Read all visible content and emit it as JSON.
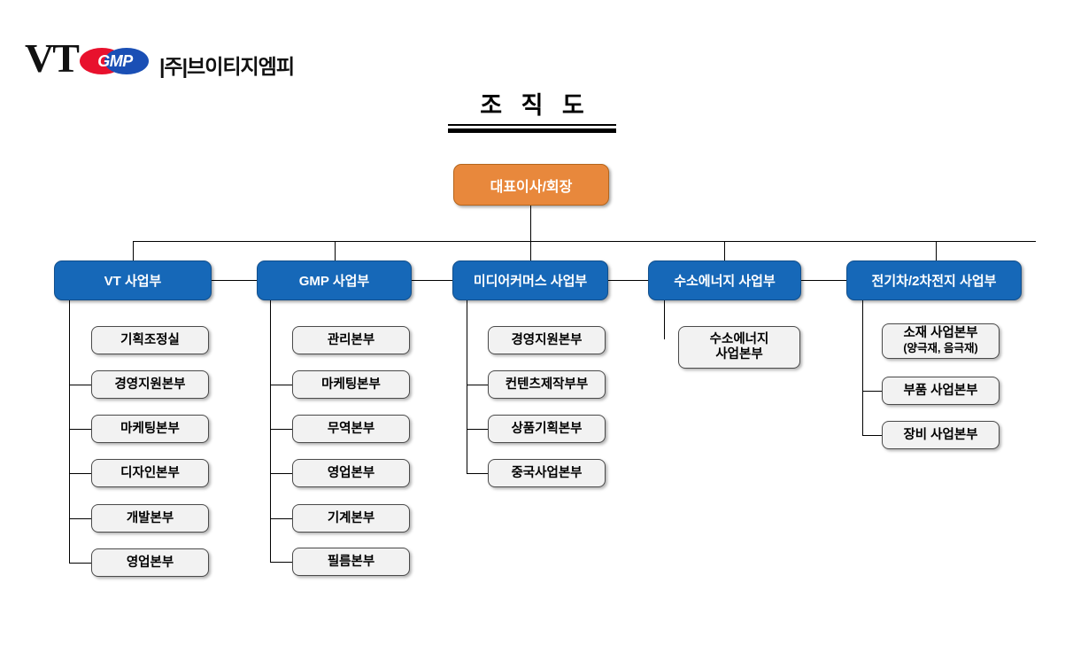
{
  "logo": {
    "wordmark": "VT",
    "badge_text": "GMP",
    "company_name": "|주|브이티지엠피",
    "badge_red": "#e8112d",
    "badge_blue": "#1a4fb5"
  },
  "title": "조 직 도",
  "colors": {
    "ceo_box": "#e8883c",
    "division_box": "#1668b8",
    "sub_box": "#f2f2f2",
    "line": "#000000"
  },
  "chart_data": {
    "type": "diagram",
    "title": "조 직 도",
    "root": {
      "label": "대표이사/회장"
    },
    "divisions": [
      {
        "label": "VT 사업부",
        "children": [
          {
            "label": "기획조정실"
          },
          {
            "label": "경영지원본부"
          },
          {
            "label": "마케팅본부"
          },
          {
            "label": "디자인본부"
          },
          {
            "label": "개발본부"
          },
          {
            "label": "영업본부"
          }
        ]
      },
      {
        "label": "GMP 사업부",
        "children": [
          {
            "label": "관리본부"
          },
          {
            "label": "마케팅본부"
          },
          {
            "label": "무역본부"
          },
          {
            "label": "영업본부"
          },
          {
            "label": "기계본부"
          },
          {
            "label": "필름본부"
          }
        ]
      },
      {
        "label": "미디어커머스 사업부",
        "children": [
          {
            "label": "경영지원본부"
          },
          {
            "label": "컨텐츠제작부부"
          },
          {
            "label": "상품기획본부"
          },
          {
            "label": "중국사업본부"
          }
        ]
      },
      {
        "label": "수소에너지 사업부",
        "children": [
          {
            "label": "수소에너지",
            "label2": "사업본부"
          }
        ]
      },
      {
        "label": "전기차/2차전지 사업부",
        "children": [
          {
            "label": "소재 사업본부",
            "label2": "(양극재, 음극재)"
          },
          {
            "label": "부품 사업본부"
          },
          {
            "label": "장비 사업본부"
          }
        ]
      }
    ]
  }
}
